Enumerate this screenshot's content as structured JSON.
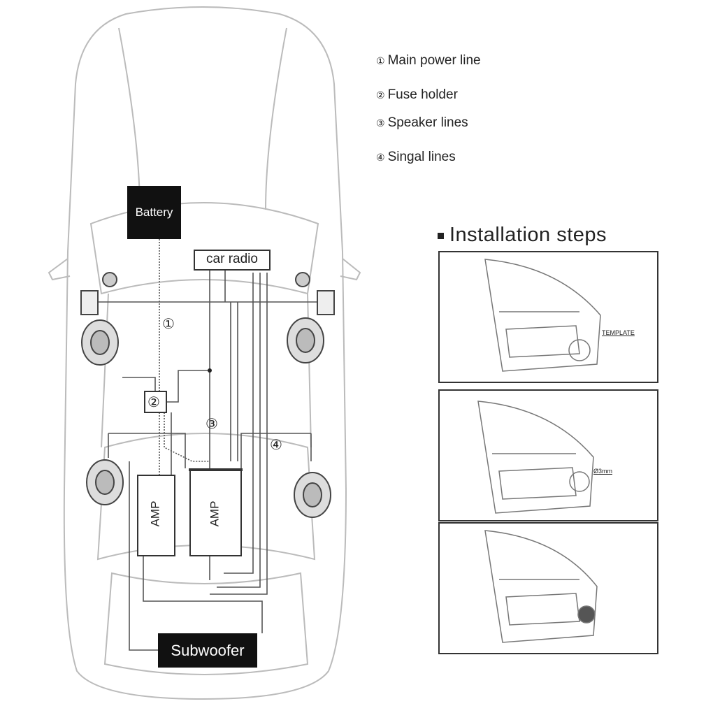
{
  "legend": [
    {
      "num": "①",
      "label": "Main power line"
    },
    {
      "num": "②",
      "label": "Fuse holder"
    },
    {
      "num": "③",
      "label": "Speaker lines"
    },
    {
      "num": "④",
      "label": "Singal lines"
    }
  ],
  "diagram": {
    "battery": "Battery",
    "car_radio": "car radio",
    "amp_left": "AMP",
    "amp_right": "AMP",
    "subwoofer": "Subwoofer",
    "markers": [
      "①",
      "②",
      "③",
      "④"
    ]
  },
  "installation": {
    "title": "Installation steps",
    "steps": [
      {
        "callout": "TEMPLATE"
      },
      {
        "callout": "Ø3mm"
      },
      {
        "callout": ""
      }
    ]
  }
}
